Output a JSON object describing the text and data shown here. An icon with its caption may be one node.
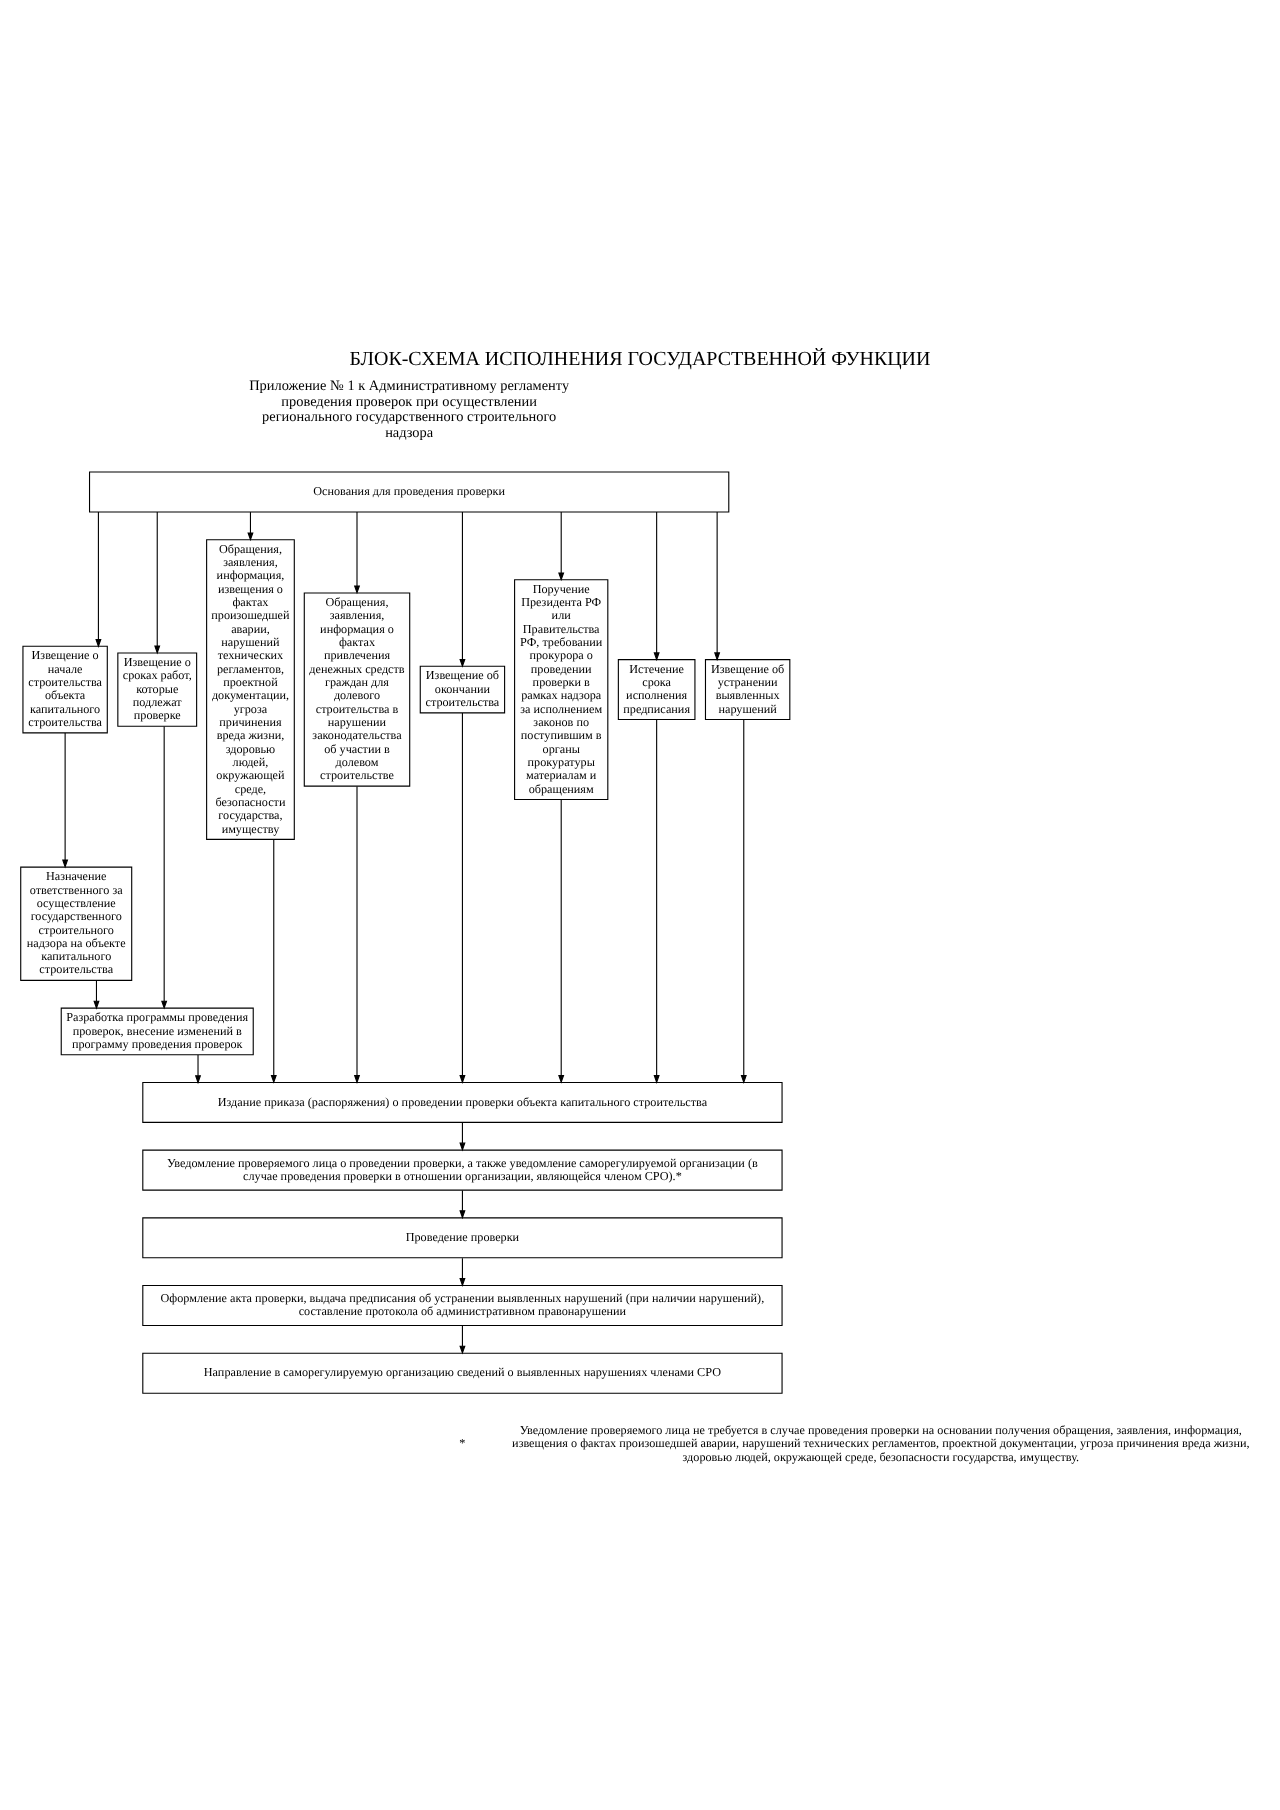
{
  "diagram": {
    "title": "БЛОК-СХЕМА ИСПОЛНЕНИЯ ГОСУДАРСТВЕННОЙ ФУНКЦИИ",
    "nodes": [
      {
        "text": [
          "Основания для проведения проверки"
        ]
      },
      {
        "text": [
          "Извещение о начале строительства объекта капитального строительства"
        ]
      },
      {
        "text": [
          "Извещение о сроках работ, которые подлежат проверке"
        ]
      },
      {
        "text": [
          "Обращения, заявления, информация, извещения о фактах произошедшей аварии, нарушений технических регламентов, проектной документации, угроза причинения вреда жизни, здоровью людей, окружающей среде, безопасности государства, имуществу"
        ]
      },
      {
        "text": [
          "Обращения, заявления, информация о фактах привлечения денежных средств граждан для долевого строительства в нарушении законодательства об участии в долевом строительстве"
        ]
      },
      {
        "text": [
          "Извещение об окончании строительства"
        ]
      },
      {
        "text": [
          "Поручение Президента РФ или Правительства РФ, требовании прокурора о проведении проверки в рамках надзора за исполнением законов по поступившим в органы прокуратуры материалам и обращениям"
        ]
      },
      {
        "text": [
          "Истечение срока исполнения предписания"
        ]
      },
      {
        "text": [
          "Извещение об устранении выявленных нарушений"
        ]
      },
      {
        "text": [
          "Назначение ответственного за осуществление государственного строительного надзора на объекте капитального строительства"
        ]
      },
      {
        "text": [
          "Разработка программы проведения проверок, внесение изменений в программу проведения проверок"
        ]
      },
      {
        "text": [
          "Издание приказа (распоряжения) о проведении проверки объекта капитального строительства"
        ]
      },
      {
        "text": [
          "Уведомление проверяемого лица о проведении проверки, а также уведомление саморегулируемой организации (в случае проведения проверки в отношении организации, являющейся членом СРО).*"
        ]
      },
      {
        "text": [
          "Проведение проверки"
        ]
      },
      {
        "text": [
          "Оформление акта проверки, выдача предписания об устранении выявленных нарушений (при наличии нарушений), составление протокола об административном правонарушении"
        ]
      },
      {
        "text": [
          "Направление в саморегулируемую организацию сведений о выявленных нарушениях членами СРО"
        ]
      }
    ],
    "edges": [
      {
        "from": 0,
        "to": 1,
        "arrow": "to"
      },
      {
        "from": 0,
        "to": 2,
        "arrow": "to"
      },
      {
        "from": 0,
        "to": 3,
        "arrow": "to"
      },
      {
        "from": 0,
        "to": 4,
        "arrow": "to"
      },
      {
        "from": 0,
        "to": 5,
        "arrow": "to"
      },
      {
        "from": 0,
        "to": 6,
        "arrow": "to"
      },
      {
        "from": 0,
        "to": 7,
        "arrow": "to"
      },
      {
        "from": 0,
        "to": 8,
        "arrow": "to"
      },
      {
        "from": 1,
        "to": 9,
        "arrow": "to"
      },
      {
        "from": 9,
        "to": 10,
        "arrow": "to"
      },
      {
        "from": 2,
        "to": 10,
        "arrow": "to"
      },
      {
        "from": 10,
        "to": 11,
        "arrow": "to"
      },
      {
        "from": 3,
        "to": 11,
        "arrow": "to"
      },
      {
        "from": 4,
        "to": 11,
        "arrow": "to"
      },
      {
        "from": 5,
        "to": 11,
        "arrow": "to"
      },
      {
        "from": 6,
        "to": 11,
        "arrow": "to"
      },
      {
        "from": 7,
        "to": 11,
        "arrow": "to"
      },
      {
        "from": 8,
        "to": 11,
        "arrow": "to"
      },
      {
        "from": 11,
        "to": 12,
        "arrow": "to"
      },
      {
        "from": 12,
        "to": 13,
        "arrow": "to"
      },
      {
        "from": 13,
        "to": 14,
        "arrow": "to"
      },
      {
        "from": 14,
        "to": 15,
        "arrow": "to"
      }
    ],
    "labels": [
      "Приложение № 1 к Административному регламенту проведения проверок при осуществлении регионального государственного строительного надзора",
      "*",
      "Уведомление проверяемого лица не требуется в случае проведения проверки на основании получения обращения, заявления, информация, извещения о фактах произошедшей аварии, нарушений технических регламентов, проектной документации, угроза причинения вреда жизни, здоровью людей, окружающей среде, безопасности государства, имуществу."
    ]
  }
}
